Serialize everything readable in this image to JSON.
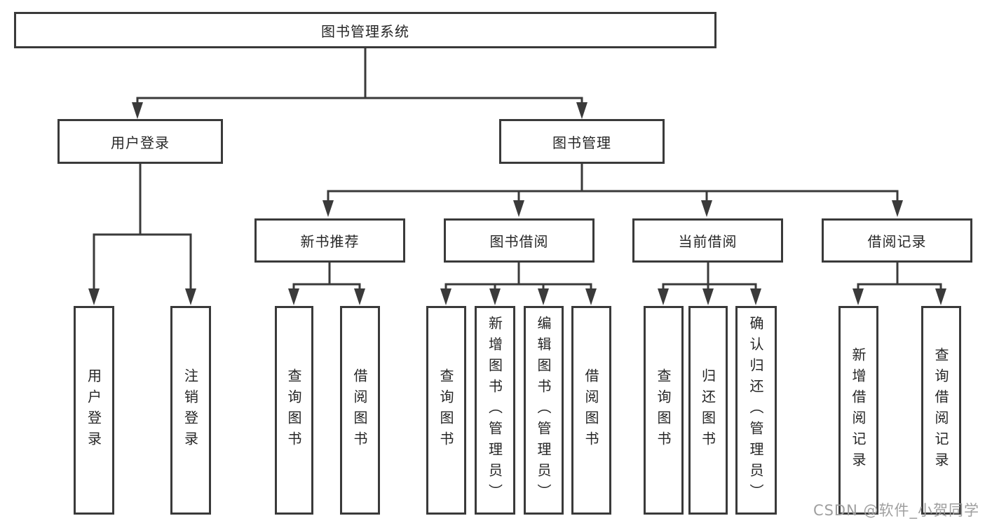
{
  "nodes": {
    "root": "图书管理系统",
    "user_login": "用户登录",
    "book_mgmt": "图书管理",
    "user_login_children": [
      "用户登录",
      "注销登录"
    ],
    "level2": [
      "新书推荐",
      "图书借阅",
      "当前借阅",
      "借阅记录"
    ],
    "new_book_children": [
      "查询图书",
      "借阅图书"
    ],
    "book_borrow_children": [
      "查询图书",
      "新增图书（管理员）",
      "编辑图书（管理员）",
      "借阅图书"
    ],
    "current_borrow_children": [
      "查询图书",
      "归还图书",
      "确认归还（管理员）"
    ],
    "borrow_record_children": [
      "新增借阅记录",
      "查询借阅记录"
    ]
  },
  "watermark": {
    "text": "CSDN @软件_小贺同学"
  },
  "colors": {
    "line": "#3a3a3a",
    "text": "#262626",
    "watermark": "#9f9f9f",
    "background": "#ffffff"
  }
}
